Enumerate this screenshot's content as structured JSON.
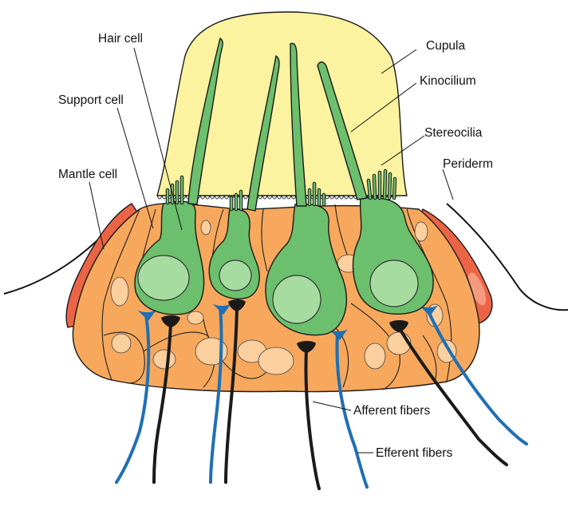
{
  "labels": {
    "hair_cell": "Hair cell",
    "support_cell": "Support cell",
    "mantle_cell": "Mantle cell",
    "cupula": "Cupula",
    "kinocilium": "Kinocilium",
    "stereocilia": "Stereocilia",
    "periderm": "Periderm",
    "afferent_fibers": "Afferent fibers",
    "efferent_fibers": "Efferent fibers"
  },
  "colors": {
    "cupula": "#fbf3a0",
    "hair_cell": "#6cbf6c",
    "hair_cell_nucleus": "#a6dca0",
    "support_cell": "#f7a85c",
    "support_nucleus": "#fbcf9e",
    "mantle_cell": "#ec6446",
    "mantle_nucleus": "#f59a7e",
    "afferent_fiber": "#1a1a1a",
    "efferent_fiber": "#1f6fb4"
  }
}
